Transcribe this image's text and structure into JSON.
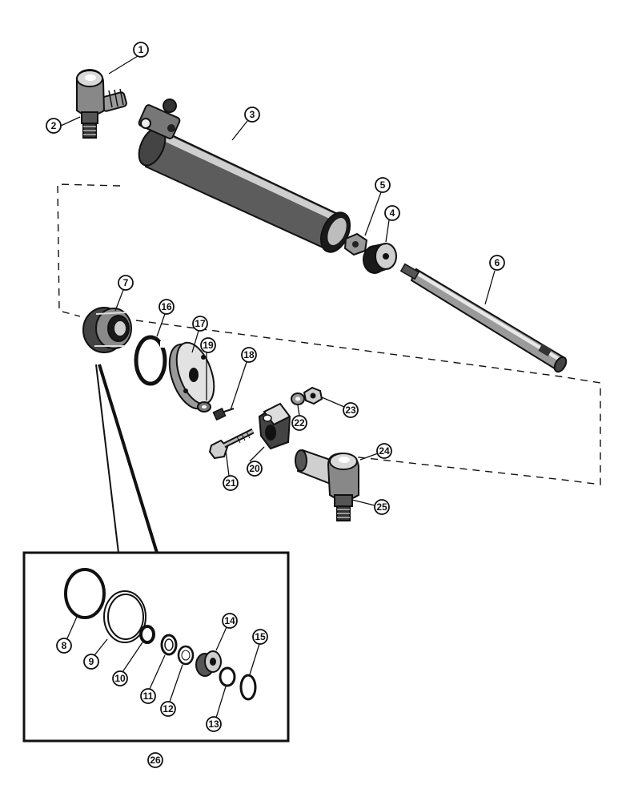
{
  "callouts": [
    "1",
    "2",
    "3",
    "4",
    "5",
    "6",
    "7",
    "8",
    "9",
    "10",
    "11",
    "12",
    "13",
    "14",
    "15",
    "16",
    "17",
    "18",
    "19",
    "20",
    "21",
    "22",
    "23",
    "24",
    "25",
    "26"
  ],
  "colors": {
    "ink": "#111111",
    "fill_dark": "#2a2a2a",
    "fill_mid": "#7a7a7a",
    "fill_light": "#d8d8d8",
    "paper": "#ffffff"
  },
  "parts": [
    {
      "ref": "1",
      "icon": "ball-joint-icon"
    },
    {
      "ref": "2",
      "icon": "ball-joint-stud-icon"
    },
    {
      "ref": "3",
      "icon": "cylinder-barrel-icon"
    },
    {
      "ref": "4",
      "icon": "piston-icon"
    },
    {
      "ref": "5",
      "icon": "nut-icon"
    },
    {
      "ref": "6",
      "icon": "piston-rod-icon"
    },
    {
      "ref": "7",
      "icon": "gland-icon"
    },
    {
      "ref": "16",
      "icon": "snap-ring-icon"
    },
    {
      "ref": "17",
      "icon": "plate-icon"
    },
    {
      "ref": "18",
      "icon": "screw-icon"
    },
    {
      "ref": "19",
      "icon": "washer-icon"
    },
    {
      "ref": "20",
      "icon": "clamp-icon"
    },
    {
      "ref": "21",
      "icon": "bolt-icon"
    },
    {
      "ref": "22",
      "icon": "lock-washer-icon"
    },
    {
      "ref": "23",
      "icon": "nut-icon"
    },
    {
      "ref": "24",
      "icon": "ball-joint-icon"
    },
    {
      "ref": "25",
      "icon": "ball-joint-stud-icon"
    },
    {
      "ref": "26",
      "icon": "seal-kit-icon"
    }
  ]
}
